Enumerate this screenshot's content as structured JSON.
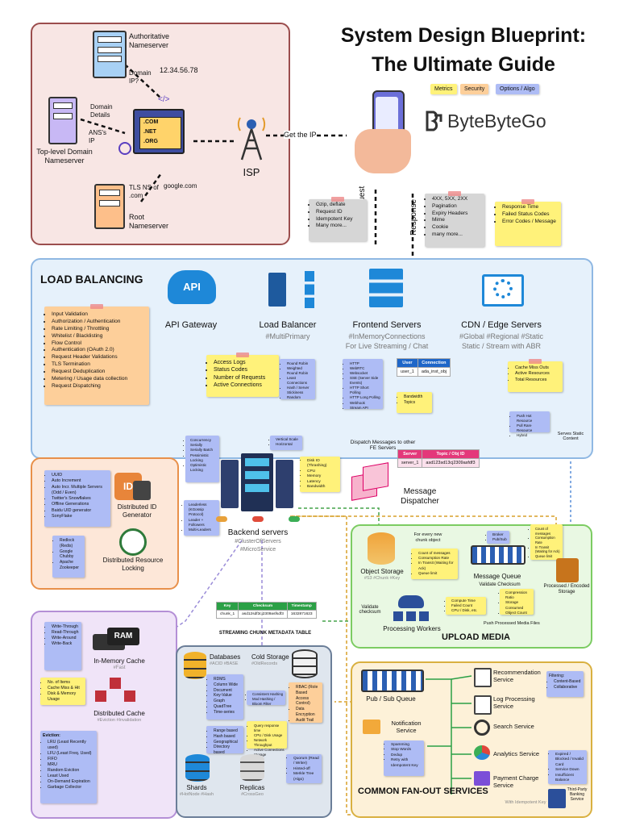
{
  "title_line1": "System Design Blueprint:",
  "title_line2": "The Ultimate Guide",
  "legend": {
    "metrics": "Metrics",
    "security": "Security",
    "options": "Options / Algo"
  },
  "brand": "ByteByteGo",
  "dns": {
    "authoritative": "Authoritative Nameserver",
    "tld": "Top-level Domain Nameserver",
    "root": "Root Nameserver",
    "domain_ip": "Domain IP?",
    "ip": "12.34.56.78",
    "domain_details": "Domain Details",
    "ans_ip": "ANS's IP",
    "tls_ns": "TLS NS of .com",
    "google": "google.com",
    "tlds": [
      ".COM",
      ".NET",
      ".ORG"
    ],
    "isp": "ISP",
    "get_ip": "Get the IP"
  },
  "request_label": "Request",
  "response_label": "Response",
  "request_notes": [
    "Gzip, deflate",
    "Request ID",
    "Idempotent Key",
    "Many more..."
  ],
  "response_notes": [
    "4XX, 5XX, 2XX",
    "Pagination",
    "Expiry Headers",
    "Mime",
    "Cookie",
    "many more..."
  ],
  "response_metrics": [
    "Response Time",
    "Failed Status Codes",
    "Error Codes / Message"
  ],
  "lb": {
    "title": "LOAD BALANCING",
    "api_gateway": "API Gateway",
    "load_balancer": "Load Balancer",
    "lb_tag": "#MultiPrimary",
    "frontend": "Frontend Servers",
    "frontend_tag1": "#InMemoryConnections",
    "frontend_tag2": "For Live Streaming / Chat",
    "cdn": "CDN / Edge Servers",
    "cdn_tag1": "#Global #Regional #Static",
    "cdn_tag2": "Static / Stream with ABR",
    "gateway_list": [
      "Input Validation",
      "Authorization / Authentication",
      "Rate Limiting / Throttling",
      "Whitelist / Blacklisting",
      "Flow Control",
      "Authentication (OAuth 2.0)",
      "Request Header Validations",
      "TLS Termination",
      "Request Deduplication",
      "Metering / Usage data collection",
      "Request Dispatching"
    ],
    "gateway_metrics": [
      "Access Logs",
      "Status Codes",
      "Number of Requests",
      "Active Connections"
    ],
    "lb_algos": [
      "Round Robin",
      "Weighted Round Robin",
      "Least Connections",
      "Hash / Server Stickiness",
      "Random"
    ],
    "fe_protocols": [
      "HTTP",
      "WebRTC",
      "Websocket",
      "SSE (Server Side Events)",
      "HTTP Short Polling",
      "HTTP Long Polling",
      "Webhook",
      "Stream API"
    ],
    "fe_metrics": [
      "Bandwidth",
      "Topics"
    ],
    "conn_table": {
      "h1": "User",
      "h2": "Connection",
      "c1": "user_1",
      "c2": "ada_inst_obj"
    },
    "cdn_metrics": [
      "Cache Miss Outs",
      "Active Resources",
      "Total Resources"
    ],
    "cdn_options": [
      "Push Hot Resource",
      "Pull Rare Resource",
      "Hybrid"
    ],
    "serves_static": "Serves Static Content"
  },
  "dispatch_msg": "Dispatch Messages to other FE Servers",
  "msg_table": {
    "h1": "Server",
    "h2": "Topic / Obj ID",
    "c1": "server_1",
    "c2": "asd123sd13cj2309asfdf3"
  },
  "message_dispatcher": "Message Dispatcher",
  "backend": {
    "label": "Backend servers",
    "tag1": "#ClusterOfServers",
    "tag2": "#MicroService",
    "concurrency": [
      "Concurrency",
      "Serially",
      "Serially Batch",
      "Pessimistic Locking",
      "Optimistic Locking"
    ],
    "scaling": [
      "Vertical Scale",
      "Horizontal"
    ],
    "metrics": [
      "Disk IO (Thrashing)",
      "CPU",
      "Memory",
      "Latency",
      "Bandwidth"
    ],
    "leaders": [
      "Leaderless (KGossip Protocol)",
      "Leader + Followers",
      "Multi-Leaders"
    ]
  },
  "id_gen": {
    "label": "Distributed ID Generator",
    "list": [
      "UUID",
      "Auto Increment",
      "Auto Incr. Multiple Servers (Odd / Even)",
      "Twitter's Snowflakes",
      "Offline Generations",
      "Baidu UID generator",
      "SonyFlake"
    ],
    "lock_label": "Distributed Resource Locking",
    "lock_list": [
      "Redlock (Redis)",
      "Google Chubby",
      "Apache Zookeeper"
    ]
  },
  "upload": {
    "title": "UPLOAD MEDIA",
    "object_storage": "Object Storage",
    "obj_tag": "#S3 #Chunk #Key",
    "message_queue": "Message Queue",
    "processing_workers": "Processing Workers",
    "processed_storage": "Processed / Encoded Storage",
    "every_chunk": "For every new chunk object",
    "validate_checksum": "Validate Checksum",
    "validate_checksum2": "Validate checksum",
    "push_processed": "Push Processed Media Files",
    "mq_metrics": [
      "Count of messages",
      "Consumption Rate",
      "In Transit (Waiting for Ack)",
      "Queue limit"
    ],
    "broker": [
      "Broker",
      "Pub/Sub"
    ],
    "consumer": [
      "Count of messages",
      "Consumption Rate",
      "In Transit (Waiting for Ack)",
      "Queue limit"
    ],
    "worker_metrics": [
      "Compute Time",
      "Failed Count",
      "CPU / Disk, etc."
    ],
    "compression": [
      "Compression Ratio",
      "Storage Consumed",
      "Object Count"
    ]
  },
  "chunk_table": {
    "title": "STREAMING CHUNK METADATA TABLE",
    "h1": "Key",
    "h2": "Checksum",
    "h3": "Timestamp",
    "c1": "chunk_1",
    "c2": "asd12sdf3cj2309asfsdf3",
    "c3": "1632871623"
  },
  "cache": {
    "in_memory": "In-Memory Cache",
    "in_memory_tag": "#Fast",
    "write_list": [
      "Write-Through",
      "Read-Through",
      "Write-Around",
      "Write-Back"
    ],
    "ram": "RAM",
    "metrics": [
      "No. of Items",
      "Cache Miss & Hit",
      "Disk & Memory Usage"
    ],
    "distributed": "Distributed Cache",
    "distributed_tag": "#Eviction #Invalidation",
    "eviction_title": "Eviction:",
    "eviction": [
      "LRU (Least Recently used)",
      "LFU (Least Freq. Used)",
      "FIFO",
      "MRU",
      "Random Eviction",
      "Least Used",
      "On-Demand Expiration",
      "Garbage Collector"
    ]
  },
  "db": {
    "databases": "Databases",
    "db_tag": "#ACID #BASE",
    "cold": "Cold Storage",
    "cold_tag": "#OldRecords",
    "types": [
      "RDMS",
      "Column Wide",
      "Document",
      "Key-Value",
      "Graph",
      "QuadTree",
      "Time-series"
    ],
    "consistency": [
      "Consistent Hashing",
      "Mod Hashing / Bloom Filter"
    ],
    "security": [
      "RBAC (Role Based Access Control)",
      "Data Encryption",
      "Audit Trail"
    ],
    "partition": [
      "Range based",
      "Hash based",
      "Geographical",
      "Directory based"
    ],
    "metrics": [
      "Query response time",
      "CPU / Disk Usage",
      "Network Throughput",
      "Active Connections",
      "Storage"
    ],
    "quorum": [
      "Quorum (Read / Writer)",
      "Hinted-off",
      "Merkle Tree (Algo)"
    ],
    "shards": "Shards",
    "shards_tag": "#HotNode #Hash",
    "replicas": "Replicas",
    "replicas_tag": "#CrossGeo"
  },
  "fanout": {
    "title": "COMMON FAN-OUT SERVICES",
    "pubsub": "Pub / Sub Queue",
    "recommendation": "Recommendation Service",
    "log": "Log Processing Service",
    "search": "Search Service",
    "analytics": "Analytics Service",
    "notification": "Notification Service",
    "payment": "Payment Charge Service",
    "third_party": "Third-Party Banking Service",
    "idempotent_key": "With Idempotent Key",
    "filtering": [
      "Filtering:",
      "Content-Based",
      "Collaborative"
    ],
    "payment_errors": [
      "Expired / Blocked / Invalid Card",
      "Service Down",
      "Insufficient Balance"
    ],
    "notif_list": [
      "Spamming",
      "Stop Words",
      "Dedup",
      "Retry with Idempotent Key"
    ]
  }
}
